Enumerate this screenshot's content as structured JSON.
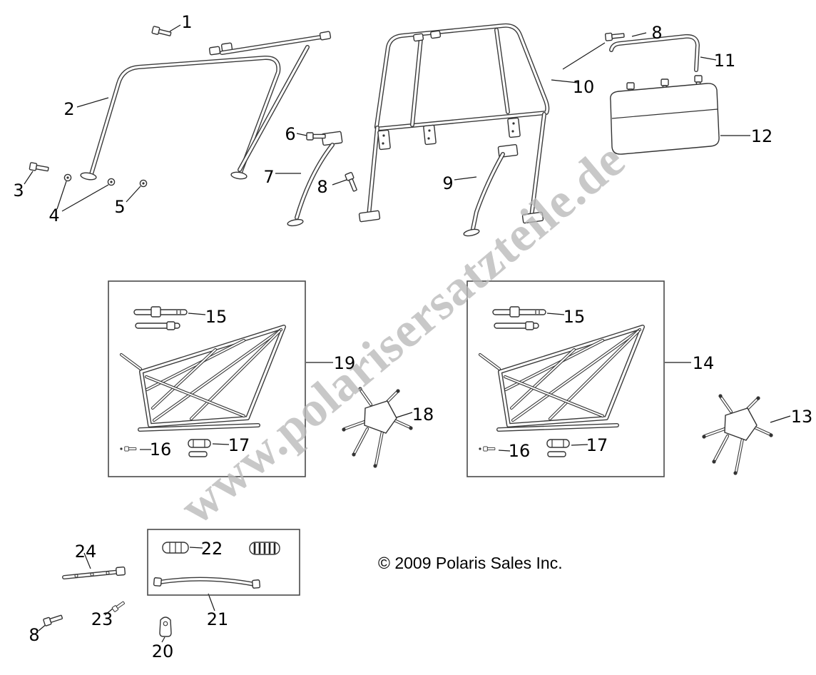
{
  "page": {
    "watermark": "www.polarisersatzteile.de",
    "copyright": "© 2009 Polaris Sales Inc."
  },
  "callouts": [
    {
      "label": "1"
    },
    {
      "label": "2"
    },
    {
      "label": "3"
    },
    {
      "label": "4"
    },
    {
      "label": "5"
    },
    {
      "label": "6"
    },
    {
      "label": "7"
    },
    {
      "label": "8"
    },
    {
      "label": "9"
    },
    {
      "label": "10"
    },
    {
      "label": "8"
    },
    {
      "label": "11"
    },
    {
      "label": "12"
    },
    {
      "label": "15"
    },
    {
      "label": "19"
    },
    {
      "label": "16"
    },
    {
      "label": "17"
    },
    {
      "label": "18"
    },
    {
      "label": "15"
    },
    {
      "label": "14"
    },
    {
      "label": "16"
    },
    {
      "label": "17"
    },
    {
      "label": "13"
    },
    {
      "label": "24"
    },
    {
      "label": "22"
    },
    {
      "label": "23"
    },
    {
      "label": "8"
    },
    {
      "label": "21"
    },
    {
      "label": "20"
    }
  ]
}
